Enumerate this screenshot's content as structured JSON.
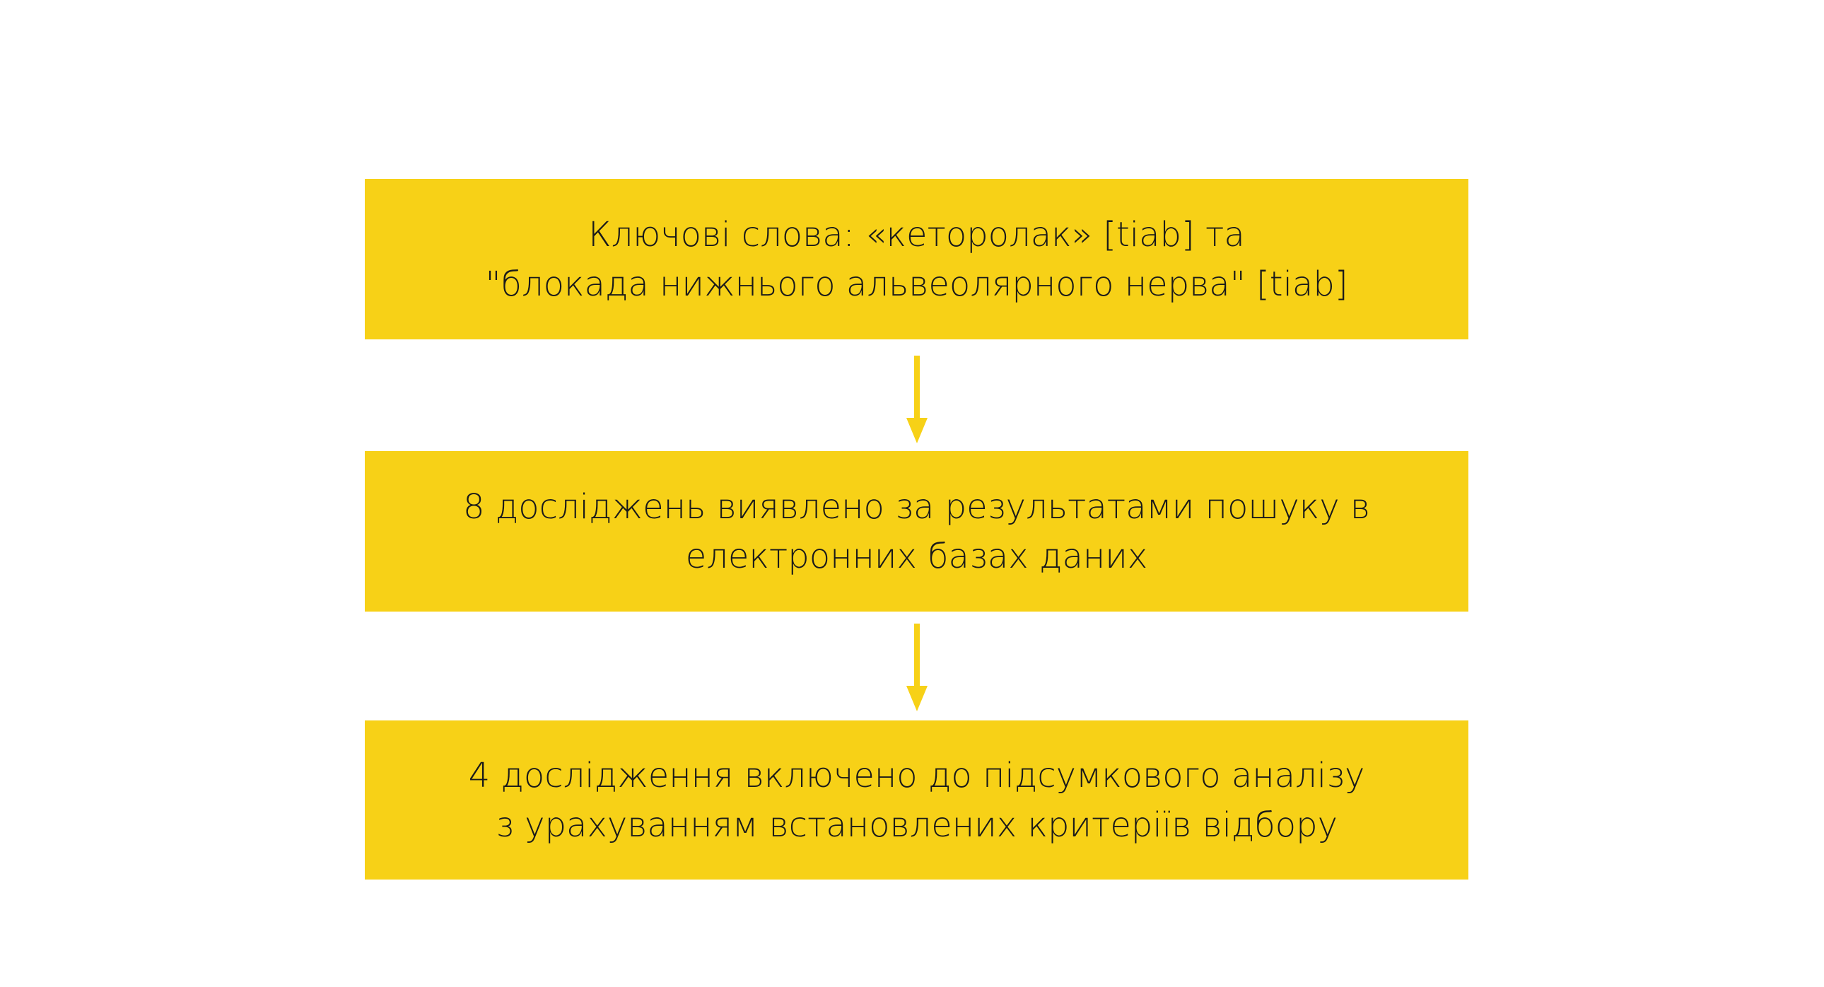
{
  "colors": {
    "box": "#F7D117",
    "arrow": "#F7D117",
    "text": "#1a1a1a"
  },
  "steps": [
    {
      "lines": [
        "Ключові слова: «кеторолак» [tiab] та",
        "\"блокада нижнього альвеолярного нерва\" [tiab]"
      ]
    },
    {
      "lines": [
        "8 досліджень виявлено за результатами пошуку в",
        "електронних базах даних"
      ]
    },
    {
      "lines": [
        "4 дослідження включено до підсумкового аналізу",
        "з урахуванням встановлених критеріїв відбору"
      ]
    }
  ]
}
